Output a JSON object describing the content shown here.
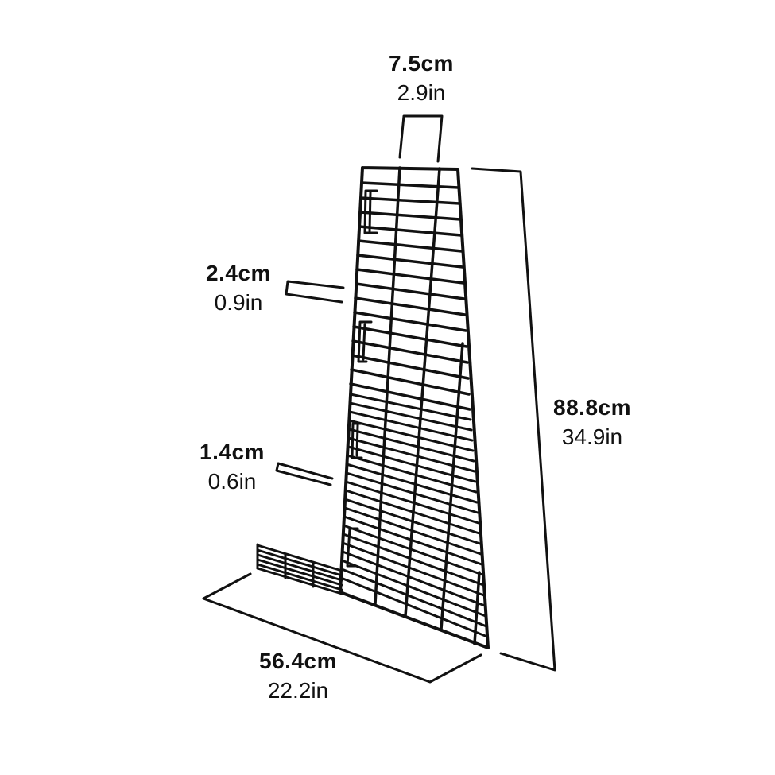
{
  "diagram": {
    "subject": "wire-panel-ramp",
    "line_color": "#111111",
    "background": "#ffffff"
  },
  "dimensions": {
    "top_width": {
      "cm": "7.5cm",
      "in": "2.9in"
    },
    "upper_spacing": {
      "cm": "2.4cm",
      "in": "0.9in"
    },
    "lower_spacing": {
      "cm": "1.4cm",
      "in": "0.6in"
    },
    "height": {
      "cm": "88.8cm",
      "in": "34.9in"
    },
    "length": {
      "cm": "56.4cm",
      "in": "22.2in"
    }
  }
}
